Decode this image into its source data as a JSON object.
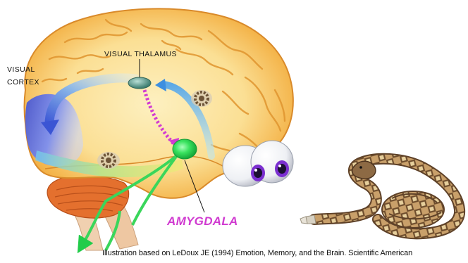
{
  "figure": {
    "labels": {
      "visual_thalamus": "VISUAL THALAMUS",
      "visual_cortex_line1": "VISUAL",
      "visual_cortex_line2": "CORTEX",
      "amygdala": "AMYGDALA"
    },
    "caption": "Illustration based on LeDoux JE (1994) Emotion, Memory, and the Brain. Scientific American",
    "colors": {
      "brain": "#f4b54c",
      "brain_highlight": "#fbe9ad",
      "cerebellum": "#e4702e",
      "brainstem": "#efc7a3",
      "visual_cortex": "#5a6ed8",
      "thalamus": "#5d9a8b",
      "amygdala": "#2fe05a",
      "thalamus_amygdala_path": "#d23bd2",
      "amygdala_label": "#d03ad0",
      "snake": "#b48a55"
    },
    "icons": [
      "snake-icon",
      "eyes-icon",
      "brain-icon"
    ]
  }
}
